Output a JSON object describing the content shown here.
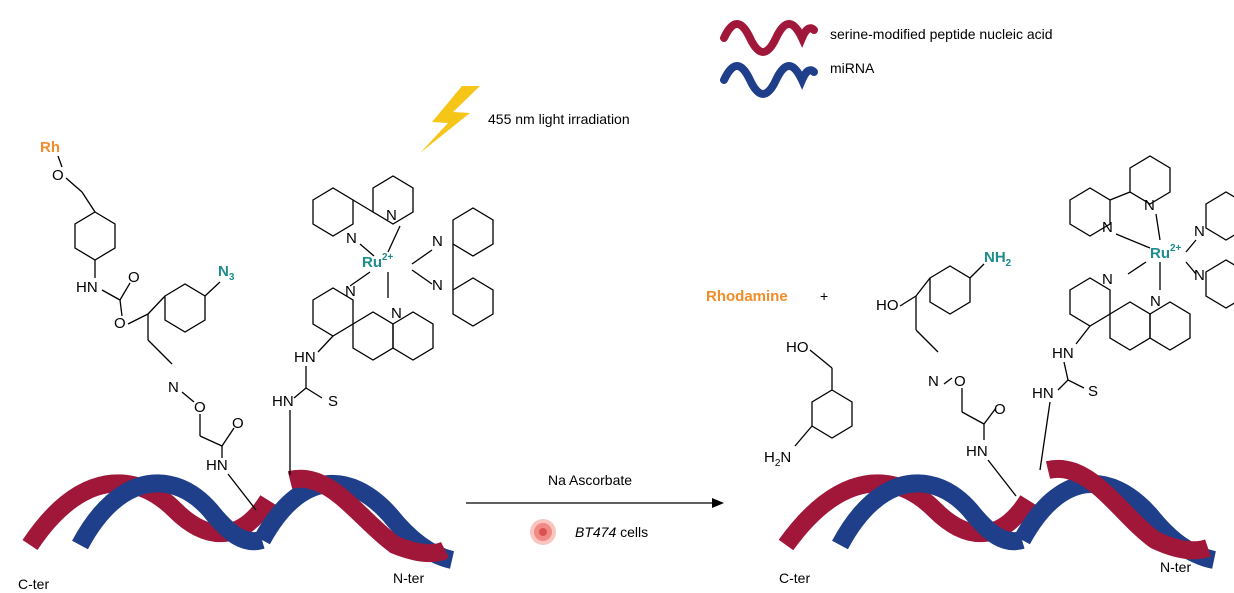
{
  "legend": {
    "pna_label": "serine-modified peptide nucleic acid",
    "mirna_label": "miRNA"
  },
  "light_label": "455 nm light irradiation",
  "reagents": {
    "reagent": "Na Ascorbate",
    "cells_italic": "BT474",
    "cells_suffix": " cells"
  },
  "termini": {
    "c_ter": "C-ter",
    "n_ter": "N-ter"
  },
  "product": {
    "rhodamine": "Rhodamine",
    "plus": "+"
  },
  "atoms": {
    "rh": "Rh",
    "o": "O",
    "hn": "HN",
    "n": "N",
    "n3": "N",
    "n3_sub": "3",
    "ru": "Ru",
    "ru_sup": "2+",
    "s": "S",
    "ho": "HO",
    "nh2": "NH",
    "nh2_sub": "2",
    "h2n_h": "H",
    "h2n_sub": "2",
    "h2n_n": "N"
  },
  "colors": {
    "pna": "#A0173A",
    "pna_dark": "#7A0F2A",
    "mirna": "#1F3F8A",
    "mirna_dark": "#16306E",
    "rhodamine": "#F28C28",
    "teal": "#1E8C8C",
    "bolt": "#F5C518"
  }
}
